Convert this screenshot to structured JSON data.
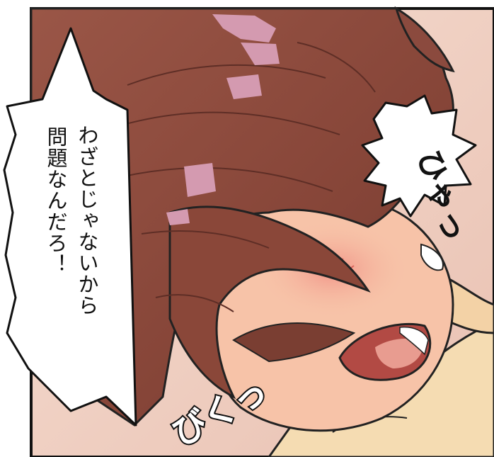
{
  "panel": {
    "speech_bubble": {
      "line_1": "わざとじゃないから",
      "line_2": "問題なんだろ！"
    },
    "sfx_yelp": "ひゃっ",
    "sfx_startle": "びくっ"
  },
  "colors": {
    "hair": "#8b4a3e",
    "hair_shadow": "#6e372e",
    "hair_highlight": "#d49ab0",
    "skin": "#f7c3a8",
    "blush": "#ee8f86",
    "mouth": "#b24a44",
    "collar": "#f5dcb2",
    "background": "#f3d5c5",
    "ink": "#111111"
  }
}
